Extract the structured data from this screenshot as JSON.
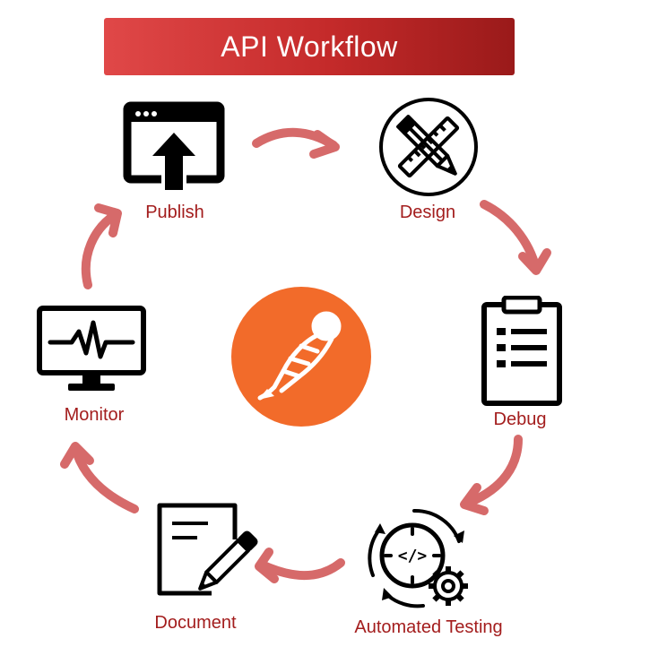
{
  "title": "API Workflow",
  "stages": [
    {
      "id": "publish",
      "label": "Publish",
      "icon": "browser-upload-icon"
    },
    {
      "id": "design",
      "label": "Design",
      "icon": "pencil-ruler-icon"
    },
    {
      "id": "debug",
      "label": "Debug",
      "icon": "clipboard-list-icon"
    },
    {
      "id": "testing",
      "label": "Automated Testing",
      "icon": "code-gear-cycle-icon"
    },
    {
      "id": "document",
      "label": "Document",
      "icon": "document-pen-icon"
    },
    {
      "id": "monitor",
      "label": "Monitor",
      "icon": "monitor-pulse-icon"
    }
  ],
  "center_logo": "postman-logo",
  "colors": {
    "title_bg_start": "#e04848",
    "title_bg_end": "#9a1a1a",
    "label": "#a31d1d",
    "arrow": "#d66a6a",
    "logo": "#f26b2a"
  }
}
